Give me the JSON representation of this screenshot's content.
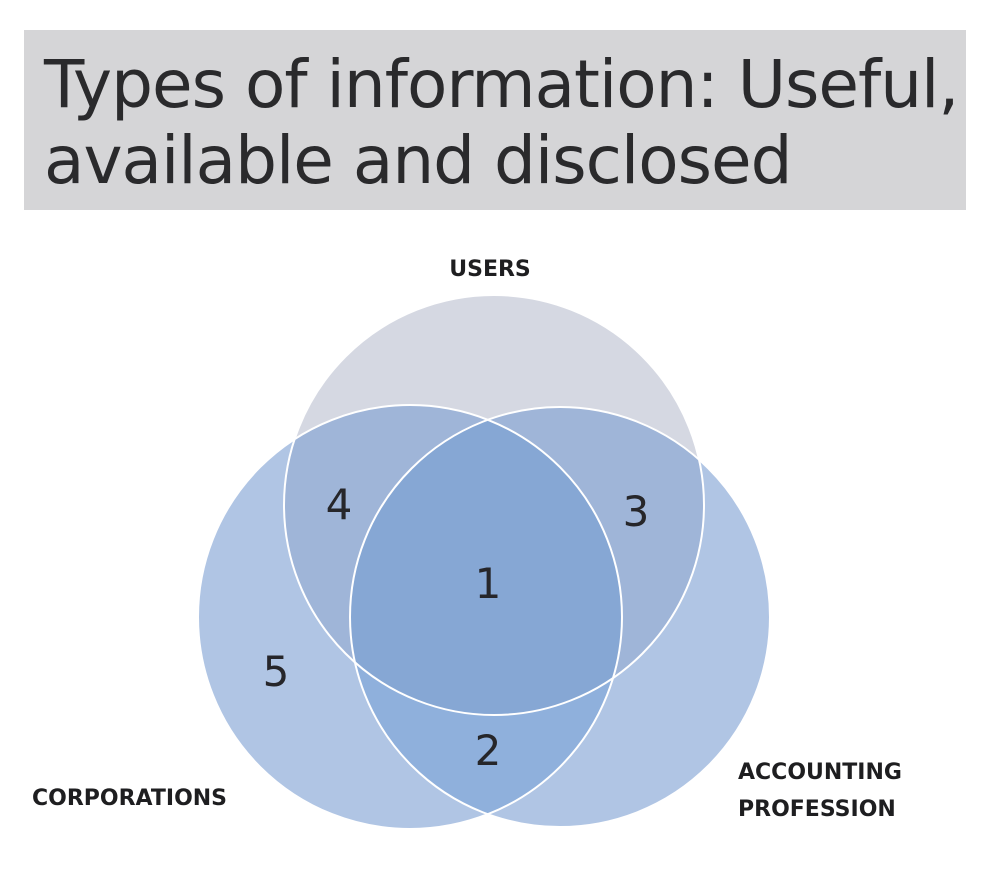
{
  "title": {
    "line1": "Types of information: Useful,",
    "line2": "available and disclosed"
  },
  "sets": {
    "users": "USERS",
    "corporations": "CORPORATIONS",
    "accounting_line1": "ACCOUNTING",
    "accounting_line2": "PROFESSION"
  },
  "regions": {
    "r1": "1",
    "r2": "2",
    "r3": "3",
    "r4": "4",
    "r5": "5"
  },
  "colors": {
    "banner": "#d5d5d7",
    "users_circle": "#d5d8e2",
    "corporations_circle": "#b0c5e4",
    "accounting_circle": "#b0c5e4",
    "users_corporations": "#9fb5d8",
    "users_accounting": "#9fb5d8",
    "corporations_accounting": "#8fb0dc",
    "center": "#86a7d4"
  }
}
